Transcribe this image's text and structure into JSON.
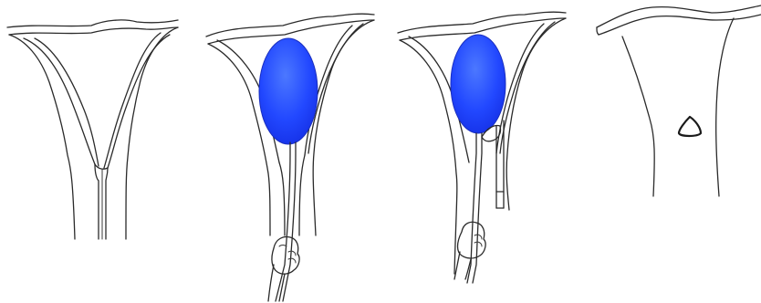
{
  "figure": {
    "panel_count": 4,
    "colors": {
      "balloon": "#1f3cff",
      "balloon_highlight": "#4c78ff",
      "line": "#2a2a2a",
      "background": "#ffffff"
    },
    "panels": [
      {
        "name": "uterus-empty",
        "icon": "uterus-outline-icon"
      },
      {
        "name": "balloon-inserted",
        "icon": "inflated-balloon-icon"
      },
      {
        "name": "balloon-with-second-catheter",
        "icon": "balloon-and-catheter-icon"
      },
      {
        "name": "uterus-after-removal",
        "icon": "small-triangular-device-icon"
      }
    ]
  }
}
